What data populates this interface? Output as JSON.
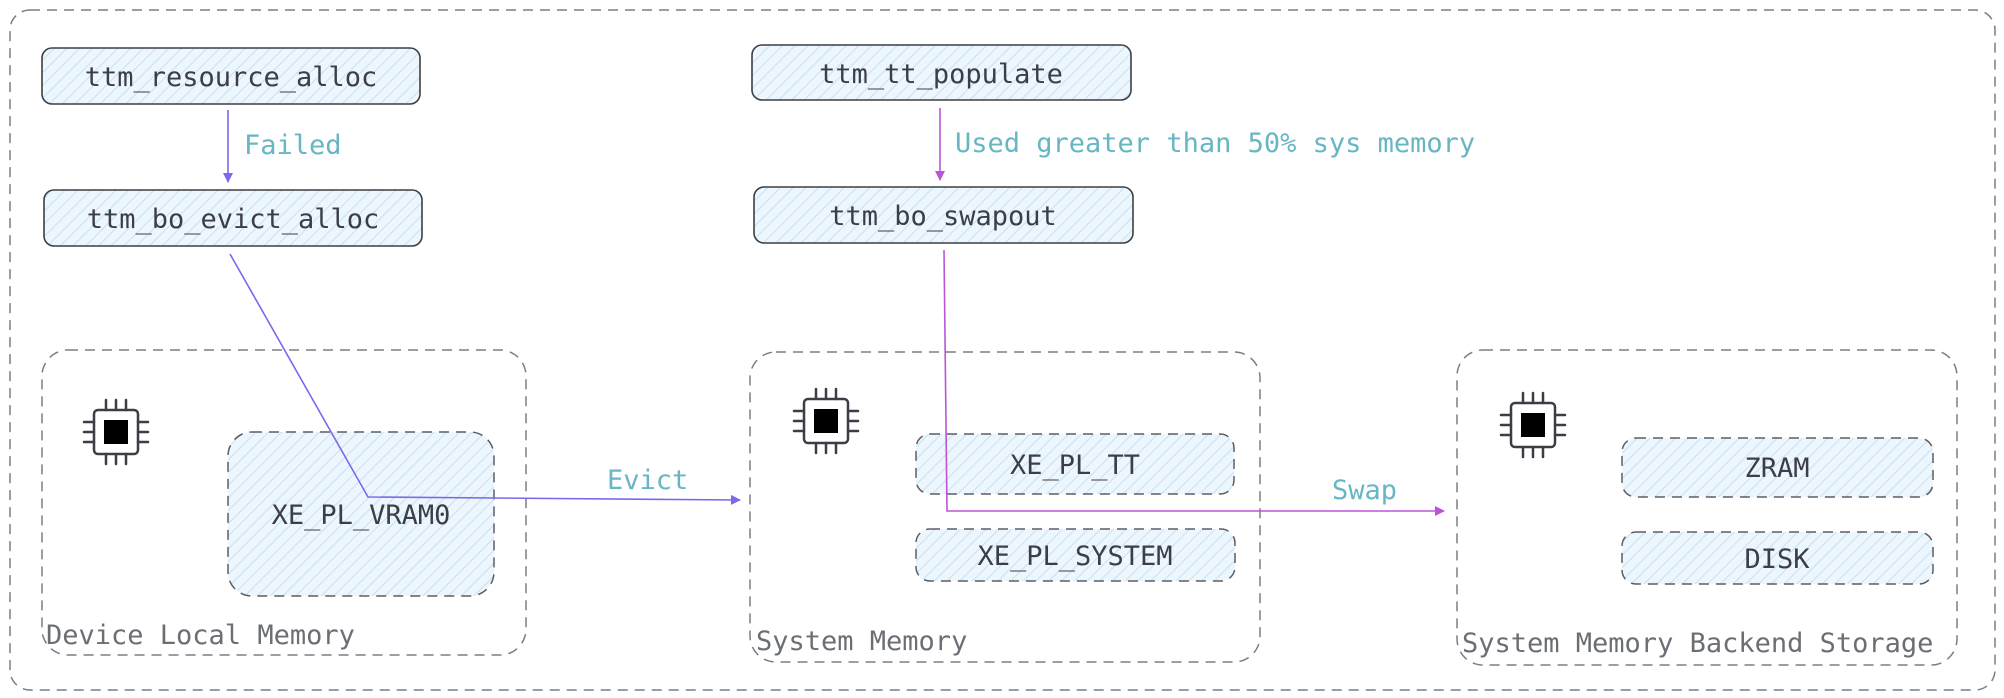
{
  "functions": {
    "resource_alloc": "ttm_resource_alloc",
    "bo_evict_alloc": "ttm_bo_evict_alloc",
    "tt_populate": "ttm_tt_populate",
    "bo_swapout": "ttm_bo_swapout"
  },
  "edges": {
    "failed": "Failed",
    "used_greater": "Used greater than 50% sys memory",
    "evict": "Evict",
    "swap": "Swap"
  },
  "groups": {
    "device_local": {
      "label": "Device Local Memory",
      "icon": "chip-icon",
      "items": [
        "XE_PL_VRAM0"
      ]
    },
    "system_memory": {
      "label": "System Memory",
      "icon": "chip-icon",
      "items": [
        "XE_PL_TT",
        "XE_PL_SYSTEM"
      ]
    },
    "backend_storage": {
      "label": "System Memory Backend Storage",
      "icon": "chip-icon",
      "items": [
        "ZRAM",
        "DISK"
      ]
    }
  },
  "colors": {
    "box_fill": "#e9f4fb",
    "box_stroke": "#3b3f45",
    "dashed_stroke": "#7a7e84",
    "evict_arrow": "#7b68ee",
    "swap_arrow": "#bb55d6",
    "edge_label": "#67b6c3"
  }
}
